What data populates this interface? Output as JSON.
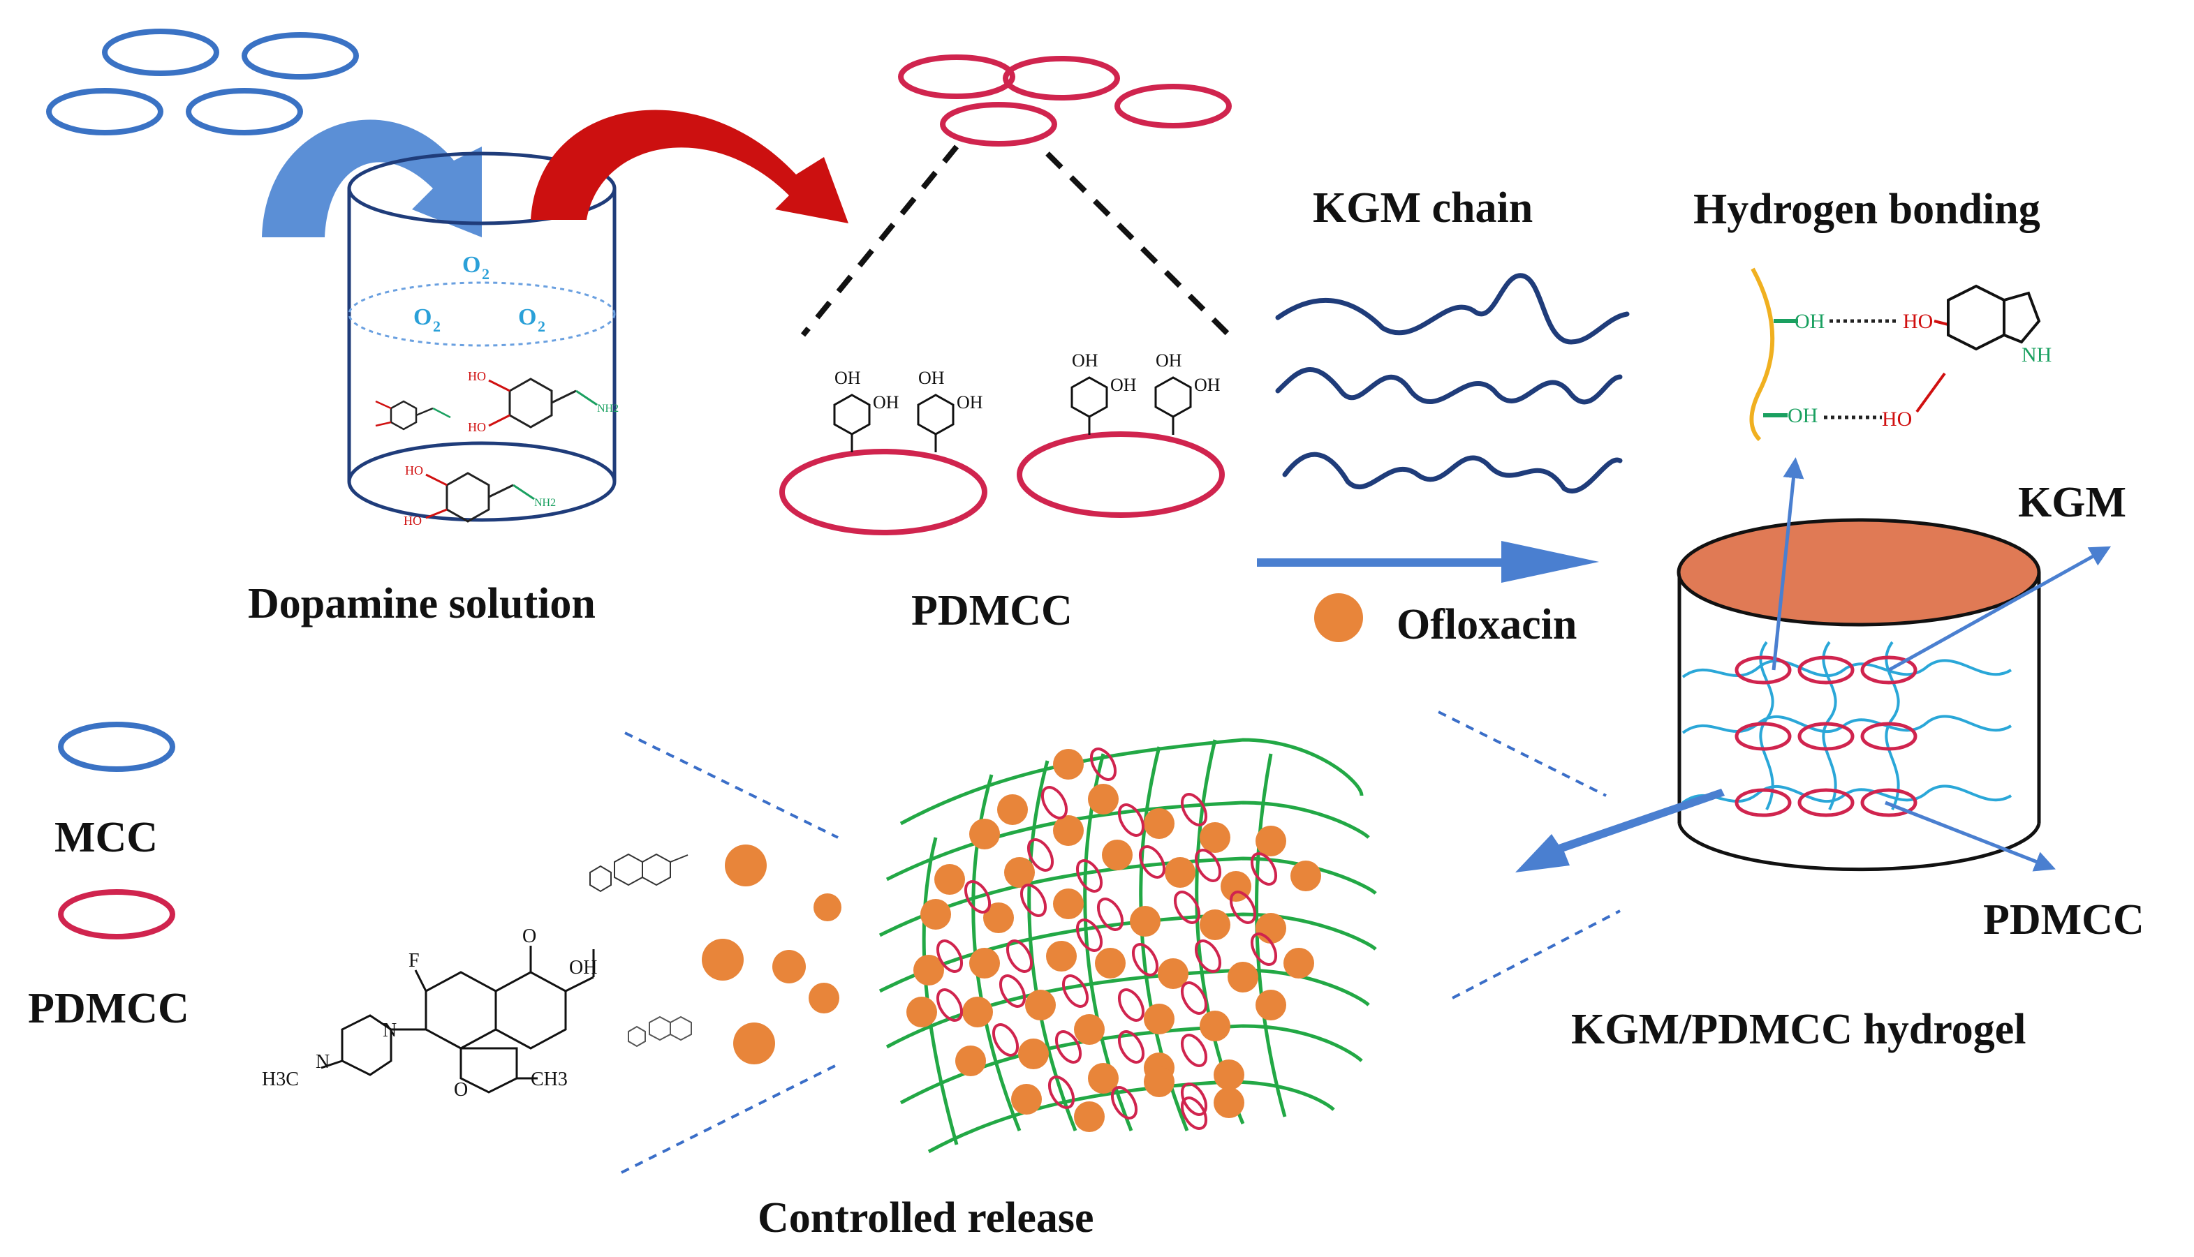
{
  "labels": {
    "dopamine_solution": "Dopamine solution",
    "pdmcc_top": "PDMCC",
    "kgm_chain": "KGM chain",
    "hydrogen_bonding": "Hydrogen bonding",
    "ofloxacin": "Ofloxacin",
    "kgm": "KGM",
    "pdmcc_right": "PDMCC",
    "hydrogel": "KGM/PDMCC hydrogel",
    "controlled_release": "Controlled release",
    "legend_mcc": "MCC",
    "legend_pdmcc": "PDMCC"
  },
  "chem_text": {
    "o2": "O",
    "o2_sub": "2",
    "oh": "OH",
    "ho": "HO",
    "nh": "NH",
    "nh2": "NH2",
    "f": "F",
    "o": "O",
    "n": "N",
    "h3c": "H3C",
    "ch3": "CH3"
  },
  "colors": {
    "mcc": "#3a72c4",
    "pdmcc": "#d0244e",
    "arrow_blue": "#5b8fd6",
    "arrow_red": "#cc1010",
    "kgm_chain": "#1f3c7a",
    "ofloxacin": "#e8853a",
    "network_green": "#22a845",
    "hydrogel_top": "#e07a55",
    "hydrogel_fiber": "#2aa7d8"
  },
  "icons": {
    "beaker": "beaker-icon",
    "mcc_ring": "ellipse-ring-icon",
    "ofloxacin_dot": "orange-dot-icon"
  }
}
